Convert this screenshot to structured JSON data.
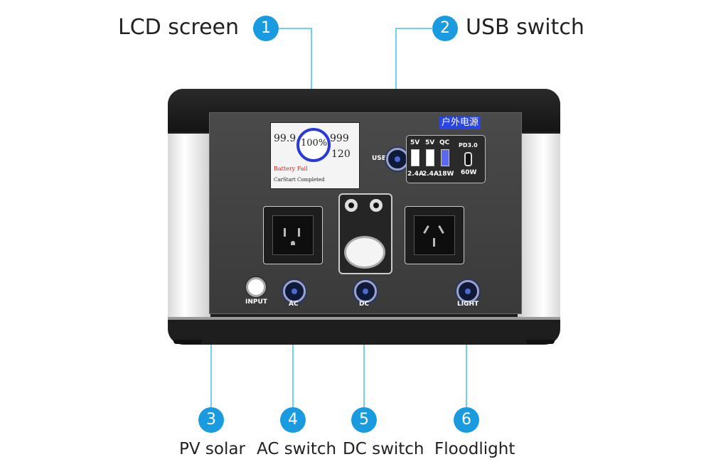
{
  "callouts": [
    {
      "number": "1",
      "label": "LCD screen"
    },
    {
      "number": "2",
      "label": "USB switch"
    },
    {
      "number": "3",
      "label": "PV solar"
    },
    {
      "number": "4",
      "label": "AC switch"
    },
    {
      "number": "5",
      "label": "DC switch"
    },
    {
      "number": "6",
      "label": "Floodlight"
    }
  ],
  "lcd": {
    "left_value": "99.9",
    "ring_value": "100%",
    "output_value": "999",
    "input_value": "120",
    "status_red": "Battery Fail",
    "status": "CarStart Completed"
  },
  "device": {
    "chinese_title": "户外电源",
    "usb_button_label": "USB",
    "usb_ports": [
      {
        "top": "5V",
        "bottom": "2.4A"
      },
      {
        "top": "5V",
        "bottom": "2.4A"
      },
      {
        "top": "QC",
        "bottom": "18W"
      }
    ],
    "pd": {
      "top": "PD3.0",
      "bottom": "60W"
    },
    "input_label": "INPUT",
    "ac_label": "AC",
    "dc_label": "DC",
    "light_label": "LIGHT"
  }
}
